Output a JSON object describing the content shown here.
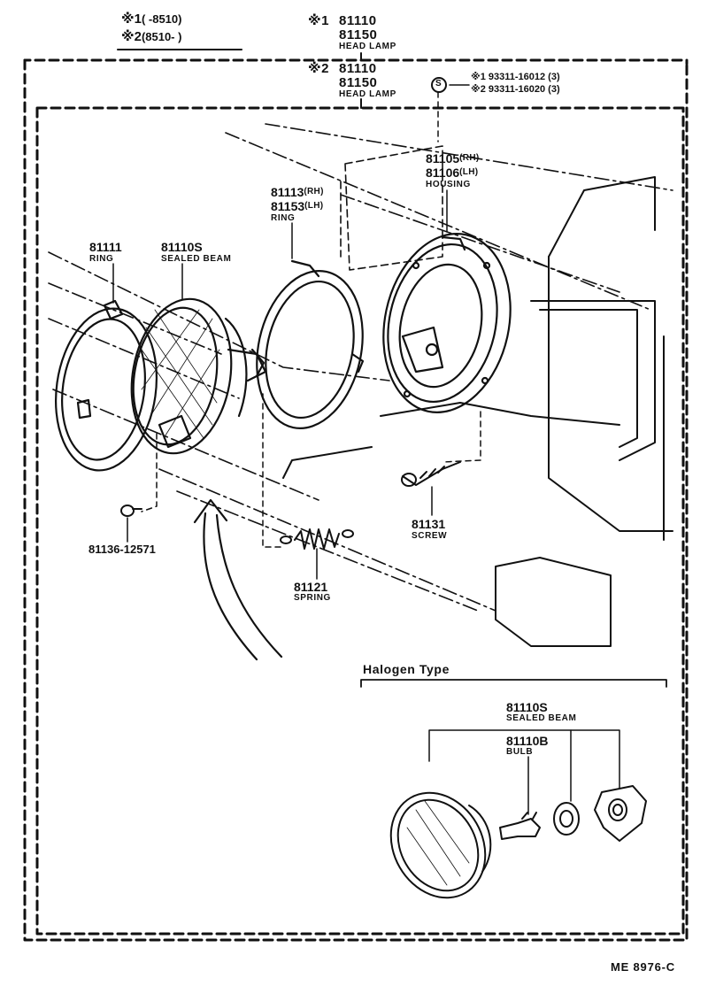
{
  "legend": {
    "mark1": "※1",
    "mark1_range": "(      -8510)",
    "mark2": "※2",
    "mark2_range": "(8510-       )"
  },
  "head_lamp_1": {
    "mark": "※1",
    "pn1": "81110",
    "pn2": "81150",
    "name": "HEAD LAMP"
  },
  "head_lamp_2": {
    "mark": "※2",
    "pn1": "81110",
    "pn2": "81150",
    "name": "HEAD LAMP"
  },
  "screw_s": {
    "symbol": "S",
    "line1": "※1 93311-16012 (3)",
    "line2": "※2 93311-16020 (3)"
  },
  "housing": {
    "pn_rh": "81105",
    "rh": "(RH)",
    "pn_lh": "81106",
    "lh": "(LH)",
    "name": "HOUSING"
  },
  "ring_inner": {
    "pn_rh": "81113",
    "rh": "(RH)",
    "pn_lh": "81153",
    "lh": "(LH)",
    "name": "RING"
  },
  "ring_outer": {
    "pn": "81111",
    "name": "RING"
  },
  "sealed_beam": {
    "pn": "81110S",
    "name": "SEALED BEAM"
  },
  "small_screw": {
    "pn": "81136-12571"
  },
  "spring": {
    "pn": "81121",
    "name": "SPRING"
  },
  "screw": {
    "pn": "81131",
    "name": "SCREW"
  },
  "halogen": {
    "title": "Halogen  Type",
    "beam_pn": "81110S",
    "beam_name": "SEALED BEAM",
    "bulb_pn": "81110B",
    "bulb_name": "BULB"
  },
  "drawing_code": "ME  8976-C"
}
